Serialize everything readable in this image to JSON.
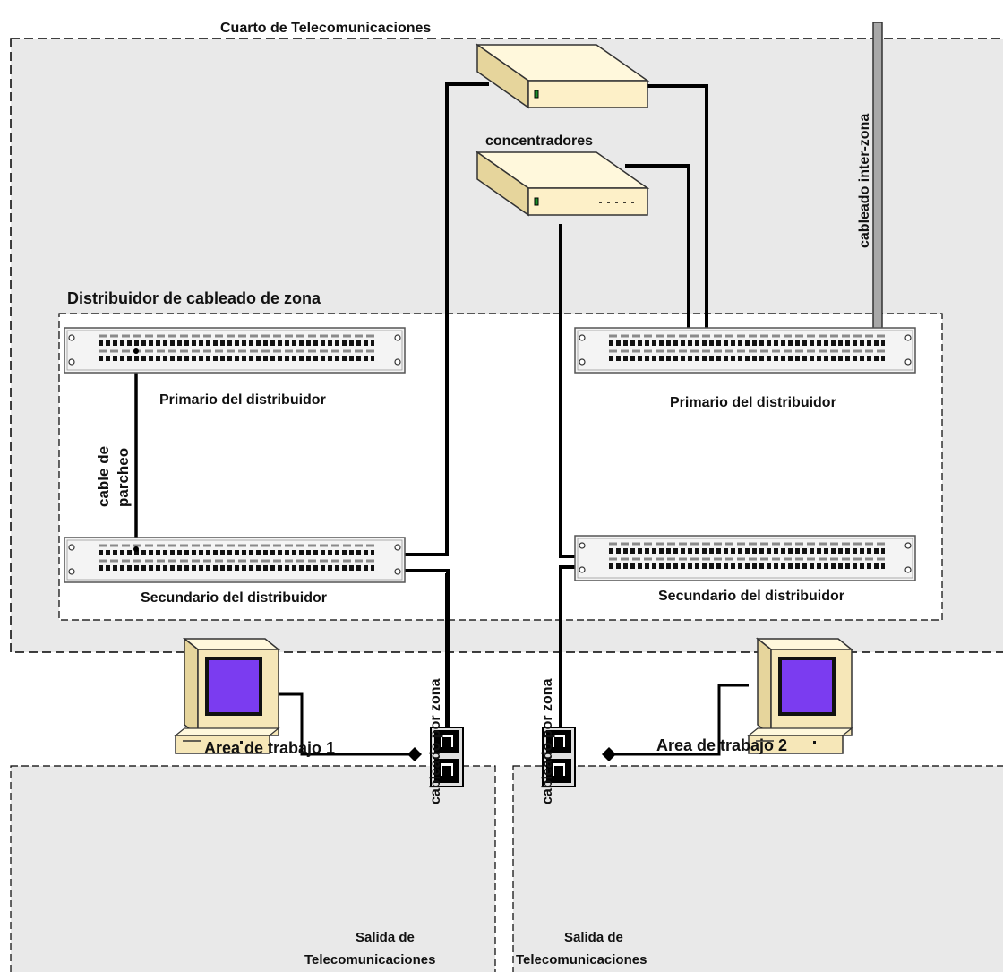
{
  "diagram": {
    "telecom_room": {
      "title": "Cuarto de Telecomunicaciones"
    },
    "hubs": {
      "label": "concentradores"
    },
    "inter_zone": {
      "label": "cableado inter-zona"
    },
    "zone_distributor": {
      "title": "Distribuidor de cableado de zona",
      "left_primary_label": "Primario del distribuidor",
      "right_primary_label": "Primario del distribuidor",
      "left_secondary_label": "Secundario del distribuidor",
      "right_secondary_label": "Secundario del distribuidor",
      "patch_cable_line1": "cable de",
      "patch_cable_line2": "parcheo"
    },
    "zone_cabling": {
      "left_label": "cableado por zona",
      "right_label": "cableado por zona"
    },
    "work_area_1": {
      "title": "Area de trabajo 1",
      "outlet_line1": "Salida de",
      "outlet_line2": "Telecomunicaciones"
    },
    "work_area_2": {
      "title": "Area de trabajo 2",
      "outlet_line1": "Salida de",
      "outlet_line2": "Telecomunicaciones"
    },
    "colors": {
      "zone_fill": "#e9e9e9",
      "hub_front": "#fdf0c8",
      "hub_top": "#fff8dc",
      "hub_side": "#e6d59c",
      "monitor_screen": "#7b3cf0",
      "computer_body": "#f6e7b8",
      "cable": "#000000",
      "inter_zone_pipe": "#a8a8a8"
    }
  }
}
